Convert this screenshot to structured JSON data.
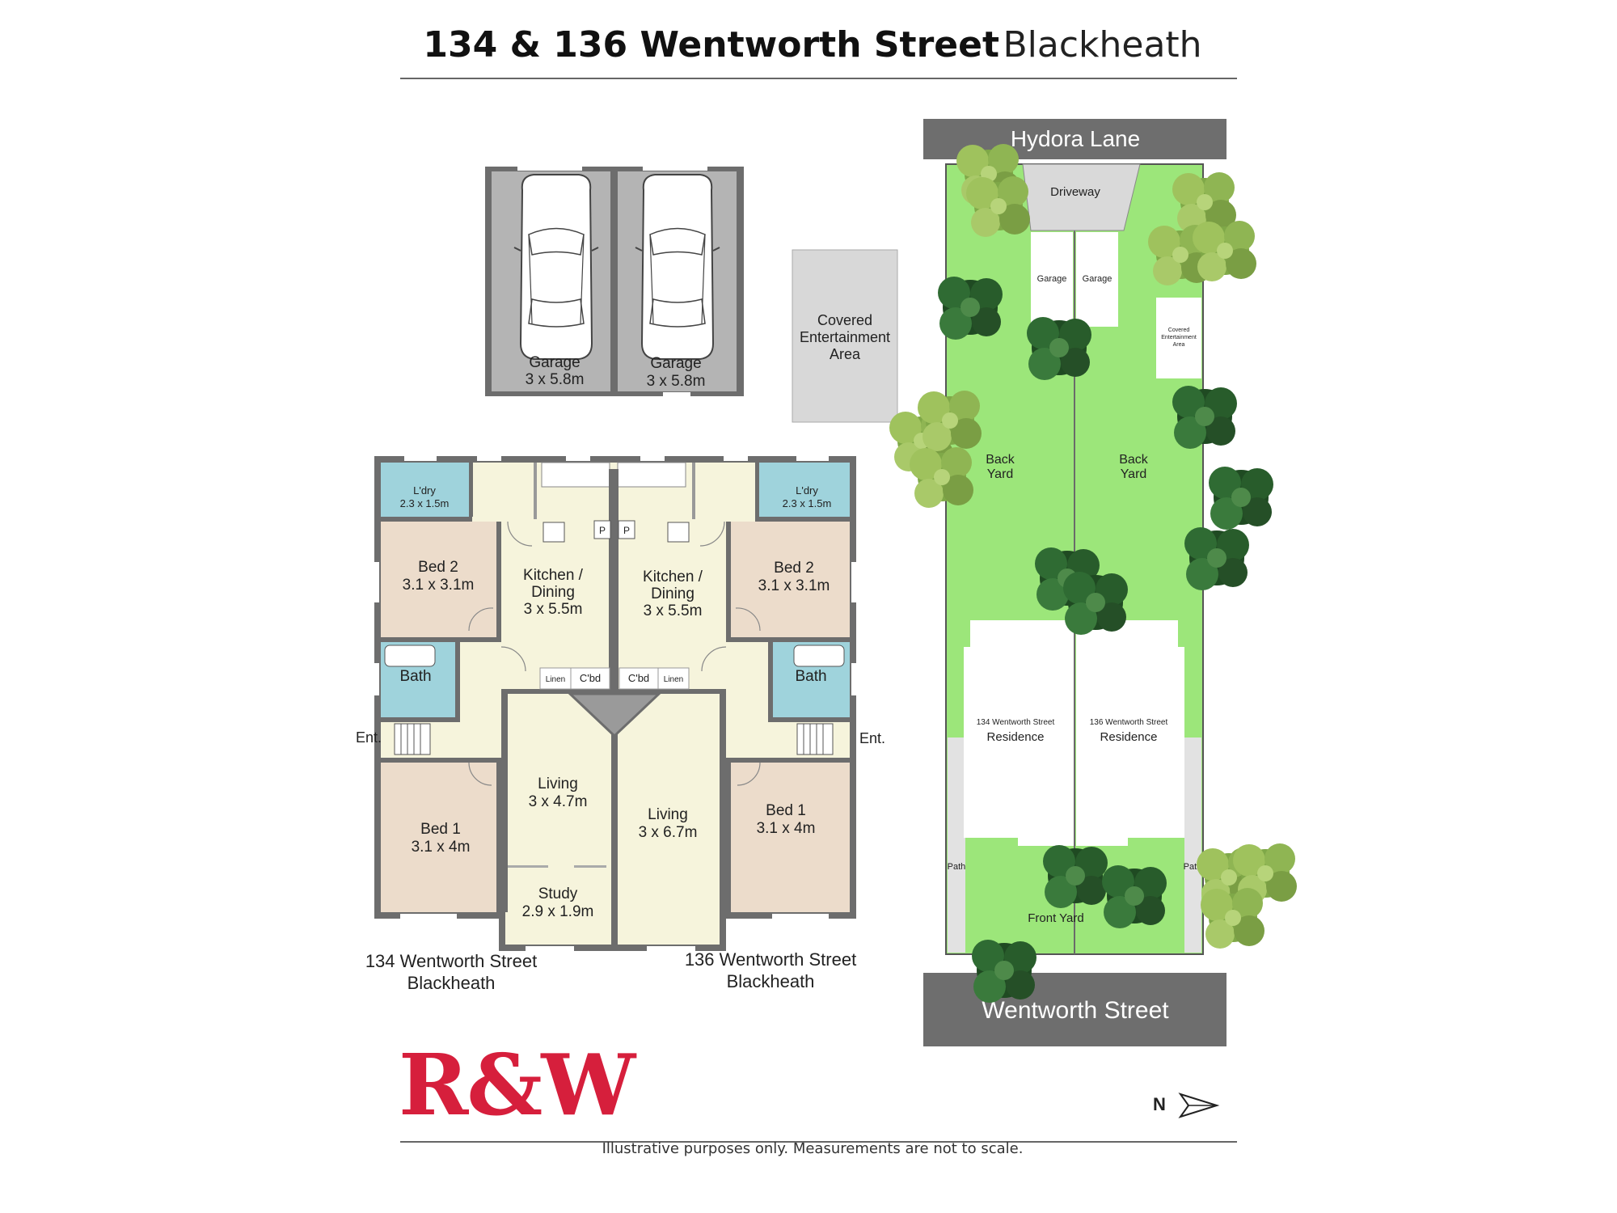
{
  "title": {
    "bold": "134 & 136 Wentworth Street",
    "light": "Blackheath"
  },
  "garages": [
    {
      "name": "Garage",
      "dims": "3 x 5.8m"
    },
    {
      "name": "Garage",
      "dims": "3 x 5.8m"
    }
  ],
  "covered_area": {
    "line1": "Covered",
    "line2": "Entertainment",
    "line3": "Area"
  },
  "unit134": {
    "laundry": {
      "name": "L'dry",
      "dims": "2.3 x 1.5m"
    },
    "bed2": {
      "name": "Bed 2",
      "dims": "3.1 x 3.1m"
    },
    "kitchen": {
      "line1": "Kitchen /",
      "line2": "Dining",
      "dims": "3 x 5.5m"
    },
    "pantry": "P",
    "bath": "Bath",
    "linen": "Linen",
    "cupboard": "C'bd",
    "entry": "Ent.",
    "living": {
      "name": "Living",
      "dims": "3 x 4.7m"
    },
    "bed1": {
      "name": "Bed 1",
      "dims": "3.1 x 4m"
    },
    "study": {
      "name": "Study",
      "dims": "2.9 x 1.9m"
    },
    "address": {
      "line1": "134 Wentworth Street",
      "line2": "Blackheath"
    }
  },
  "unit136": {
    "laundry": {
      "name": "L'dry",
      "dims": "2.3 x 1.5m"
    },
    "bed2": {
      "name": "Bed 2",
      "dims": "3.1 x 3.1m"
    },
    "kitchen": {
      "line1": "Kitchen /",
      "line2": "Dining",
      "dims": "3 x 5.5m"
    },
    "pantry": "P",
    "bath": "Bath",
    "linen": "Linen",
    "cupboard": "C'bd",
    "entry": "Ent.",
    "living": {
      "name": "Living",
      "dims": "3 x 6.7m"
    },
    "bed1": {
      "name": "Bed 1",
      "dims": "3.1 x 4m"
    },
    "address": {
      "line1": "136 Wentworth Street",
      "line2": "Blackheath"
    }
  },
  "site": {
    "lane": "Hydora Lane",
    "street": "Wentworth Street",
    "driveway": "Driveway",
    "garage": "Garage",
    "covered": {
      "line1": "Covered",
      "line2": "Entertainment",
      "line3": "Area"
    },
    "back_yard": {
      "line1": "Back",
      "line2": "Yard"
    },
    "res134": {
      "line1": "134 Wentworth Street",
      "line2": "Residence"
    },
    "res136": {
      "line1": "136 Wentworth Street",
      "line2": "Residence"
    },
    "path": "Path",
    "front_yard": "Front Yard"
  },
  "north": "N",
  "logo": "R&W",
  "disclaimer": "Illustrative purposes only. Measurements are not to scale.",
  "colors": {
    "lawn": "#9ce67a",
    "road": "#6e6e6e",
    "wall": "#6d6d6d",
    "bed": "#ecdccb",
    "living": "#f6f4dc",
    "wet": "#9fd3dc",
    "garage_floor": "#b4b4b4",
    "brand": "#d61f3c"
  }
}
